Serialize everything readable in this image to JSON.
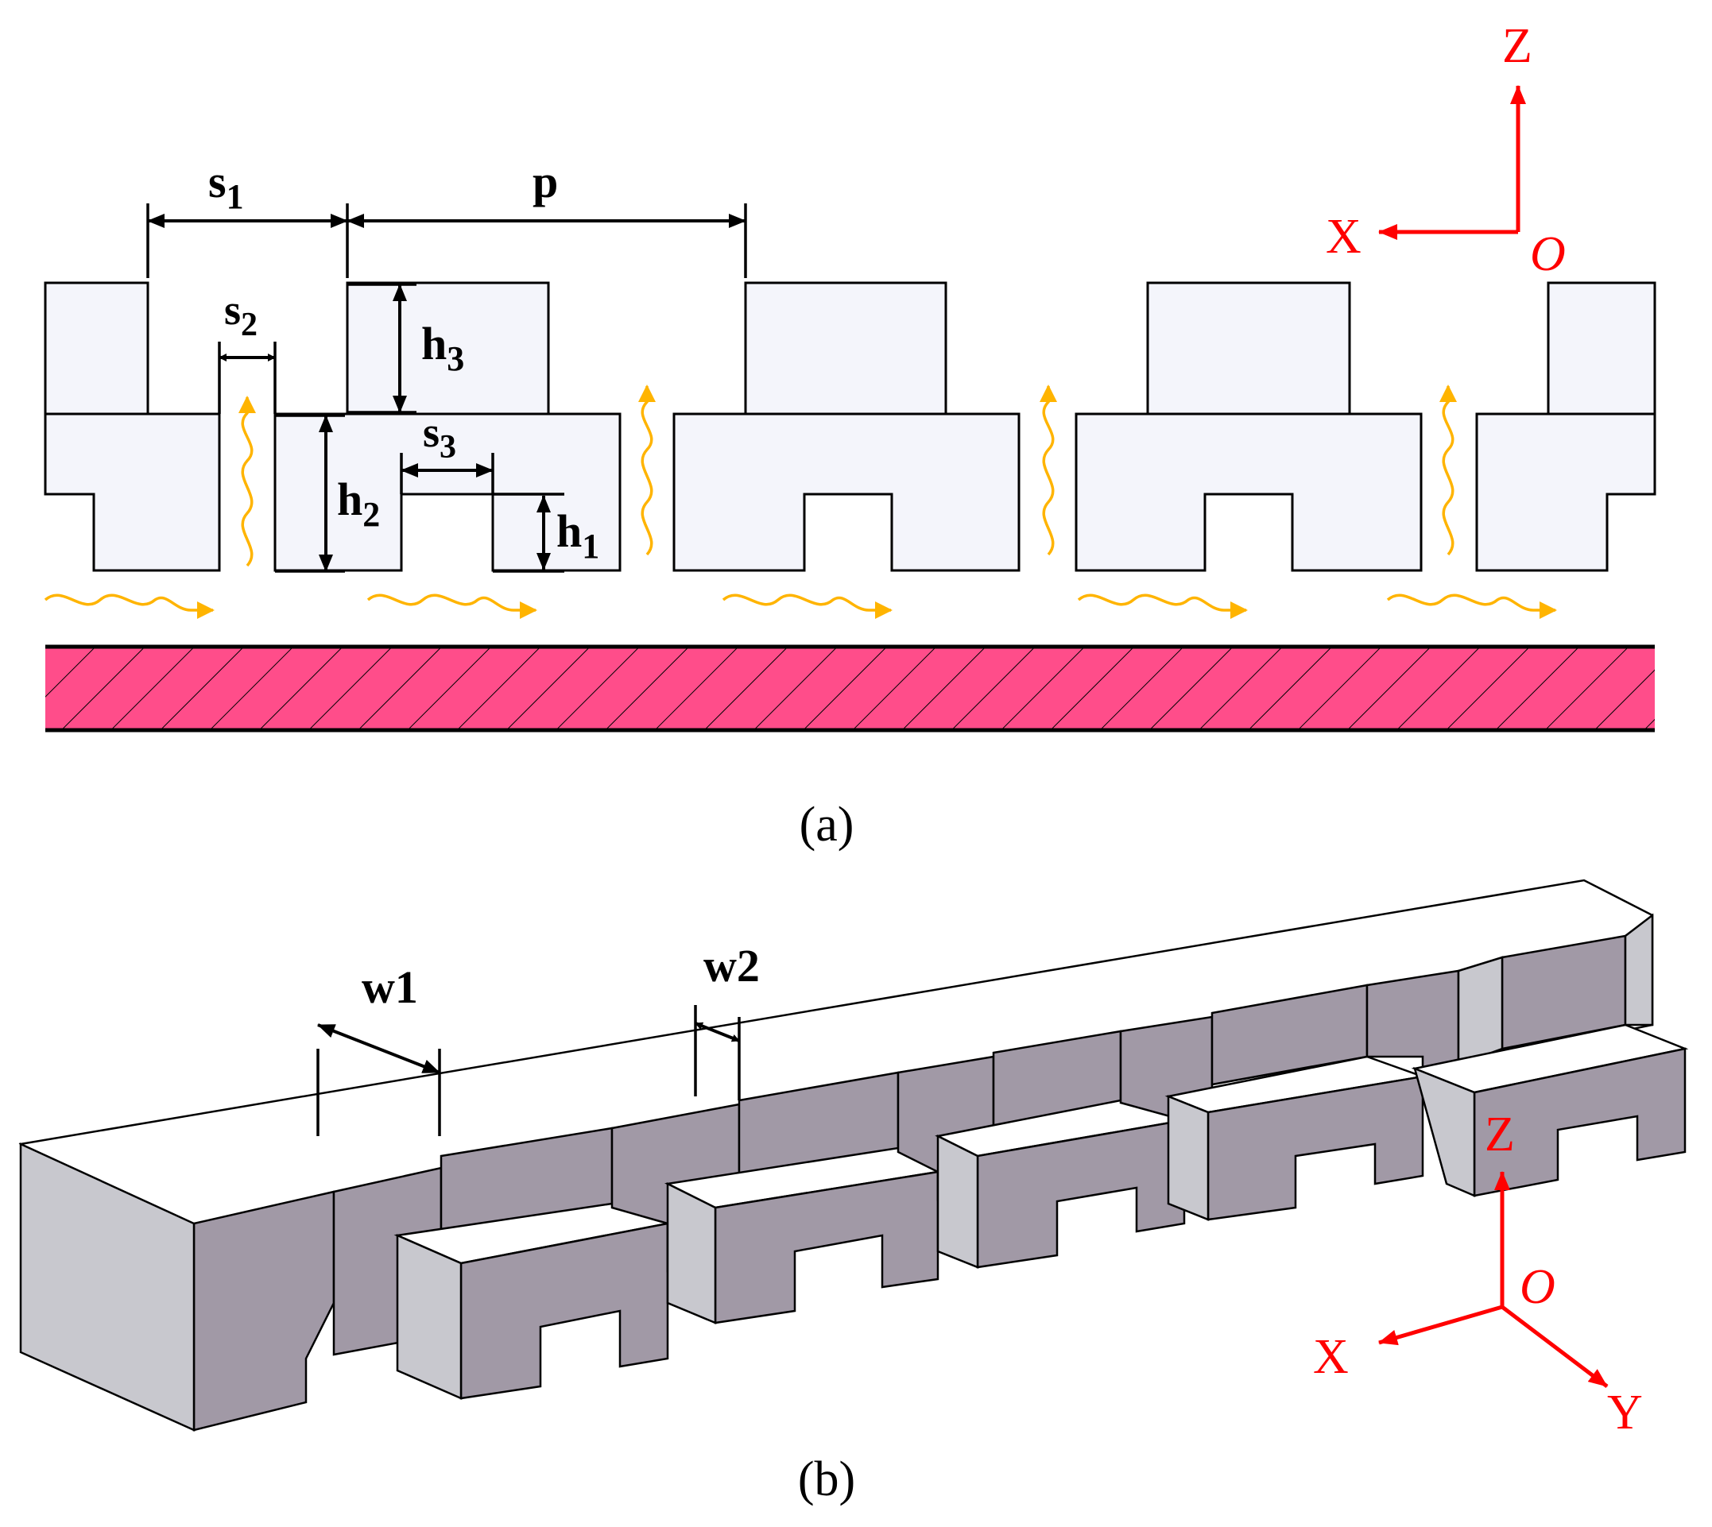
{
  "panel_a": {
    "caption": "(a)",
    "labels": {
      "s1": "s",
      "s1_sub": "1",
      "p": "p",
      "s2": "s",
      "s2_sub": "2",
      "h3": "h",
      "h3_sub": "3",
      "s3": "s",
      "s3_sub": "3",
      "h2": "h",
      "h2_sub": "2",
      "h1": "h",
      "h1_sub": "1"
    },
    "axes": {
      "z": "Z",
      "x": "X",
      "origin": "O"
    },
    "colors": {
      "substrate": "#ff4d8a",
      "wave": "#ffb400",
      "block_fill": "#f4f5fb",
      "axis": "#ff0000"
    }
  },
  "panel_b": {
    "caption": "(b)",
    "labels": {
      "w1": "w1",
      "w2": "w2"
    },
    "axes": {
      "z": "Z",
      "x": "X",
      "y": "Y",
      "origin": "O"
    },
    "colors": {
      "front_face": "#a199a6",
      "side_face": "#c8c8ce",
      "top_face": "#ffffff"
    }
  }
}
